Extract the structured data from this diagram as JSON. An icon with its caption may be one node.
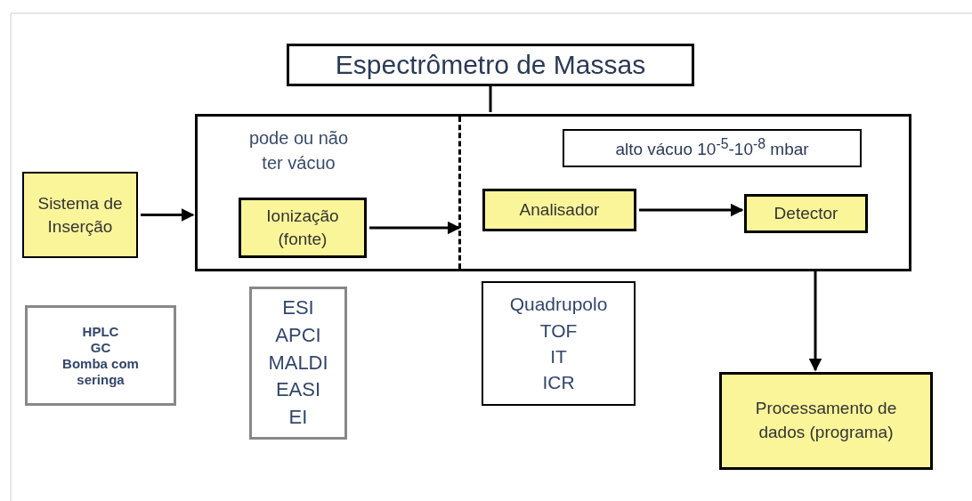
{
  "diagram": {
    "nodes": [
      {
        "text": [
          "Espectrômetro de Massas"
        ]
      },
      {
        "text": [
          "Sistema de Inserção"
        ]
      },
      {
        "text": [],
        "shape": "box"
      },
      {
        "text": [
          "pode ou não ter vácuo"
        ],
        "in": 2
      },
      {
        "text": [
          "Ionização (fonte)"
        ],
        "in": 3
      },
      {
        "text": [],
        "shape": "box",
        "in": 2
      },
      {
        "text": [
          "alto vácuo 10$^{-5}$-10$^{-8}$ mbar"
        ],
        "in": 5
      },
      {
        "text": [
          "Analisador"
        ],
        "in": 5
      },
      {
        "text": [
          "Detector"
        ],
        "in": 5
      },
      {
        "text": [
          "HPLC",
          "GC",
          "Bomba com seringa"
        ]
      },
      {
        "text": [
          "ESI",
          "APCI",
          "MALDI",
          "EASI",
          "EI"
        ]
      },
      {
        "text": [
          "Quadrupolo",
          "TOF",
          "IT",
          "ICR"
        ]
      },
      {
        "text": [
          "Processamento de dados (programa)"
        ]
      }
    ],
    "edges": [
      {
        "from": 0,
        "to": 2,
        "arrow": "none"
      },
      {
        "from": 1,
        "to": 2,
        "arrow": "to"
      },
      {
        "from": 4,
        "to": 5,
        "arrow": "to"
      },
      {
        "from": 7,
        "to": 8,
        "arrow": "to"
      },
      {
        "from": 2,
        "to": 12,
        "arrow": "to"
      }
    ]
  }
}
